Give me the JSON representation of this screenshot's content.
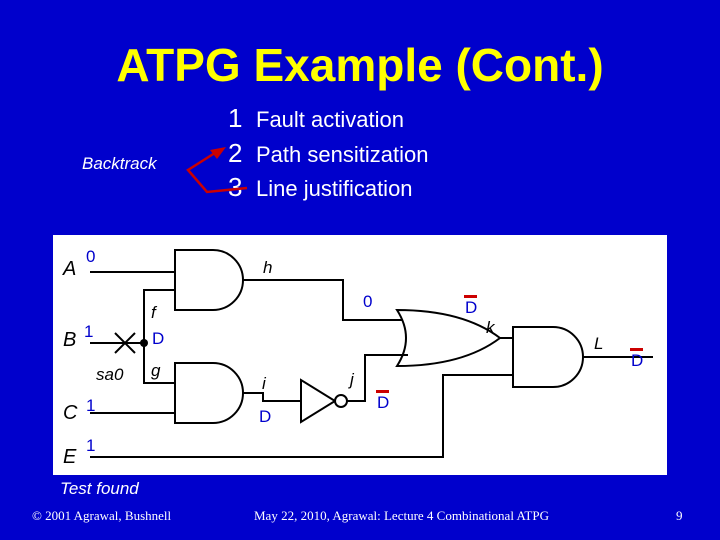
{
  "slide": {
    "title": "ATPG Example (Cont.)",
    "steps": [
      {
        "number": "1",
        "text": "Fault activation"
      },
      {
        "number": "2",
        "text": "Path sensitization"
      },
      {
        "number": "3",
        "text": "Line justification"
      }
    ],
    "backtrack_label": "Backtrack",
    "status": "Test found"
  },
  "circuit": {
    "inputs": [
      {
        "name": "A",
        "value": "0"
      },
      {
        "name": "B",
        "value": "1"
      },
      {
        "name": "C",
        "value": "1"
      },
      {
        "name": "E",
        "value": "1"
      }
    ],
    "fault_label": "sa0",
    "signals": {
      "f": "f",
      "f_value": "D",
      "g": "g",
      "h": "h",
      "h_value": "0",
      "i": "i",
      "i_value": "D",
      "j": "j",
      "j_value": "D",
      "k": "k",
      "k_value": "D",
      "L": "L",
      "L_value": "D"
    }
  },
  "footer": {
    "left": "© 2001 Agrawal, Bushnell",
    "center": "May 22, 2010, Agrawal: Lecture 4 Combinational ATPG",
    "page": "9"
  },
  "colors": {
    "background": "#0000cc",
    "title": "#ffff00",
    "text": "#ffffff",
    "value": "#0000cc",
    "d_bar": "#cc0000",
    "backtrack_arrow": "#cc0000"
  }
}
